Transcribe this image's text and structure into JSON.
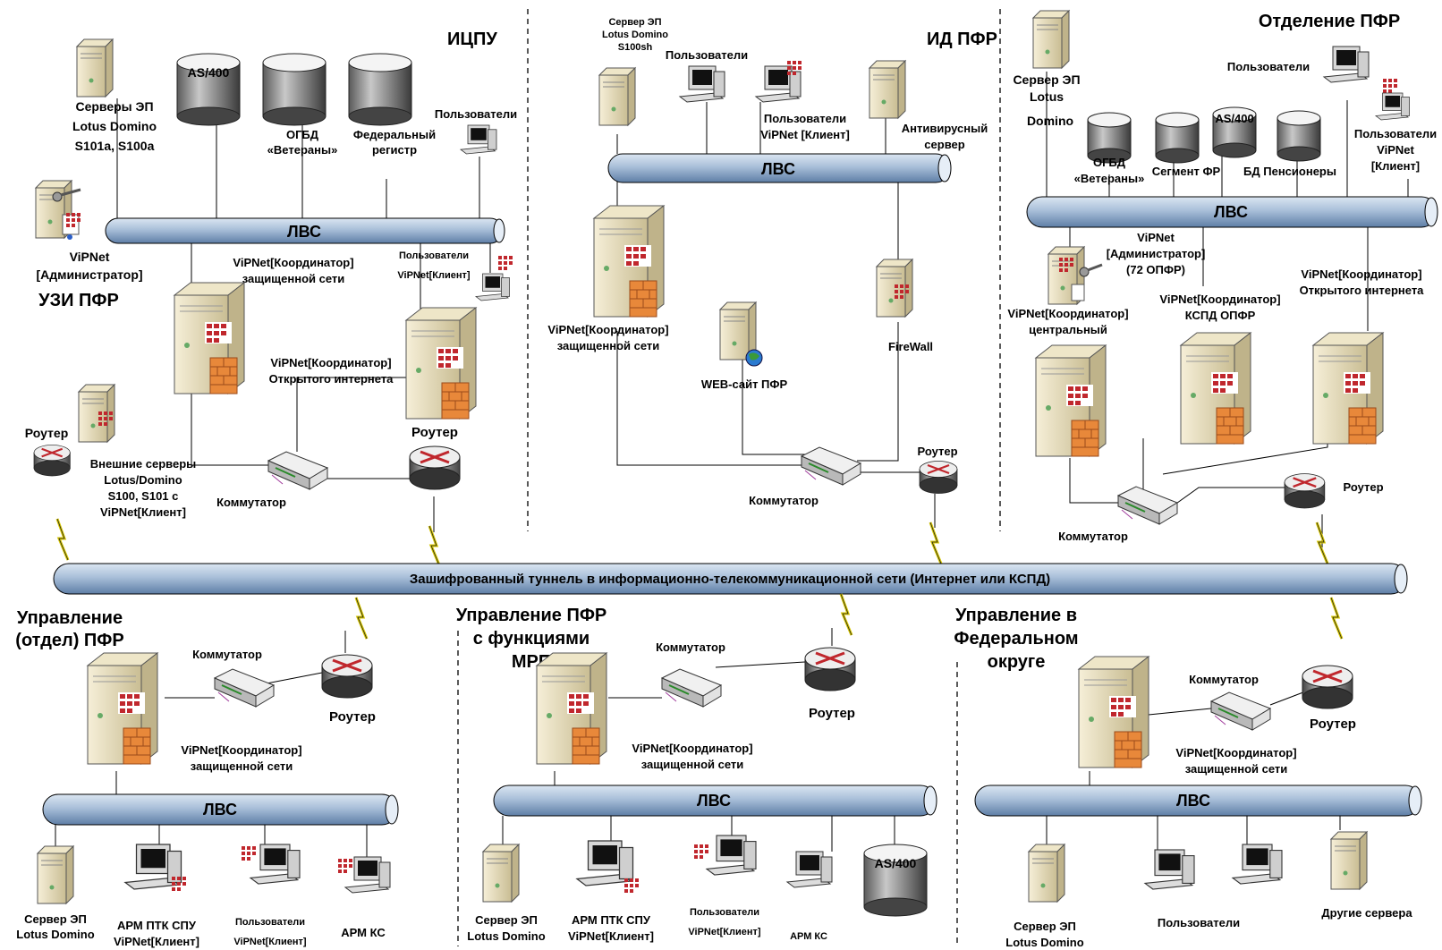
{
  "sections": {
    "icpu": "ИЦПУ",
    "idpfr": "ИД ПФР",
    "otd": "Отделение ПФР",
    "uzi": "УЗИ ПФР",
    "upr1_l1": "Управление",
    "upr1_l2": "(отдел) ПФР",
    "upr2_l1": "Управление ПФР",
    "upr2_l2": "с функциями",
    "upr2_l3": "МРП",
    "upr3_l1": "Управление в",
    "upr3_l2": "Федеральном",
    "upr3_l3": "округе"
  },
  "buses": {
    "lvs": "ЛВС",
    "tunnel": "Зашифрованный туннель в информационно-телекоммуникационной сети (Интернет или КСПД)"
  },
  "icpu": {
    "servers_l1": "Серверы  ЭП",
    "servers_l2": "Lotus Domino",
    "servers_l3": "S101a, S100a",
    "as400": "AS/400",
    "ogbd_l1": "ОГБД",
    "ogbd_l2": "«Ветераны»",
    "fedreg_l1": "Федеральный",
    "fedreg_l2": "регистр",
    "users": "Пользователи",
    "vipadmin_l1": "ViPNet",
    "vipadmin_l2": "[Администратор]",
    "coord_sec_l1": "ViPNet[Координатор]",
    "coord_sec_l2": "защищенной сети",
    "users_client_l1": "Пользователи",
    "users_client_l2": "ViPNet[Клиент]",
    "coord_open_l1": "ViPNet[Координатор]",
    "coord_open_l2": "Открытого интернета",
    "router_left": "Роутер",
    "ext_l1": "Внешние серверы",
    "ext_l2": "Lotus/Domino",
    "ext_l3": "S100, S101 с",
    "ext_l4": "ViPNet[Клиент]",
    "switch": "Коммутатор",
    "router": "Роутер"
  },
  "idpfr": {
    "server_l1": "Сервер ЭП",
    "server_l2": "Lotus Domino",
    "server_l3": "S100sh",
    "users": "Пользователи",
    "users_client_l1": "Пользователи",
    "users_client_l2": "ViPNet [Клиент]",
    "av_l1": "Антивирусный",
    "av_l2": "сервер",
    "coord_l1": "ViPNet[Координатор]",
    "coord_l2": "защищенной сети",
    "web": "WEB-сайт ПФР",
    "firewall": "FireWall",
    "switch": "Коммутатор",
    "router": "Роутер"
  },
  "otd": {
    "server_l1": "Сервер ЭП",
    "server_l2": "Lotus",
    "server_l3": "Domino",
    "users": "Пользователи",
    "ogbd_l1": "ОГБД",
    "ogbd_l2": "«Ветераны»",
    "segment": "Сегмент ФР",
    "as400": "AS/400",
    "bd": "БД Пенсионеры",
    "users_client_l1": "Пользователи",
    "users_client_l2": "ViPNet",
    "users_client_l3": "[Клиент]",
    "admin_l1": "ViPNet",
    "admin_l2": "[Администратор]",
    "admin_l3": "(72 ОПФР)",
    "coord_central_l1": "ViPNet[Координатор]",
    "coord_central_l2": "центральный",
    "coord_kspd_l1": "ViPNet[Координатор]",
    "coord_kspd_l2": "КСПД ОПФР",
    "coord_open_l1": "ViPNet[Координатор]",
    "coord_open_l2": "Открытого интернета",
    "switch": "Коммутатор",
    "router": "Роутер"
  },
  "upr1": {
    "switch": "Коммутатор",
    "router": "Роутер",
    "coord_l1": "ViPNet[Координатор]",
    "coord_l2": "защищенной сети",
    "server_l1": "Сервер ЭП",
    "server_l2": "Lotus Domino",
    "arm_l1": "АРМ ПТК СПУ",
    "arm_l2": "ViPNet[Клиент]",
    "users_l1": "Пользователи",
    "users_l2": "ViPNet[Клиент]",
    "armks": "АРМ КС"
  },
  "upr2": {
    "switch": "Коммутатор",
    "router": "Роутер",
    "coord_l1": "ViPNet[Координатор]",
    "coord_l2": "защищенной сети",
    "server_l1": "Сервер ЭП",
    "server_l2": "Lotus Domino",
    "arm_l1": "АРМ ПТК СПУ",
    "arm_l2": "ViPNet[Клиент]",
    "users_l1": "Пользователи",
    "users_l2": "ViPNet[Клиент]",
    "armks": "АРМ КС",
    "as400": "AS/400"
  },
  "upr3": {
    "switch": "Коммутатор",
    "router": "Роутер",
    "coord_l1": "ViPNet[Координатор]",
    "coord_l2": "защищенной сети",
    "server_l1": "Сервер ЭП",
    "server_l2": "Lotus Domino",
    "users": "Пользователи",
    "others": "Другие сервера"
  }
}
